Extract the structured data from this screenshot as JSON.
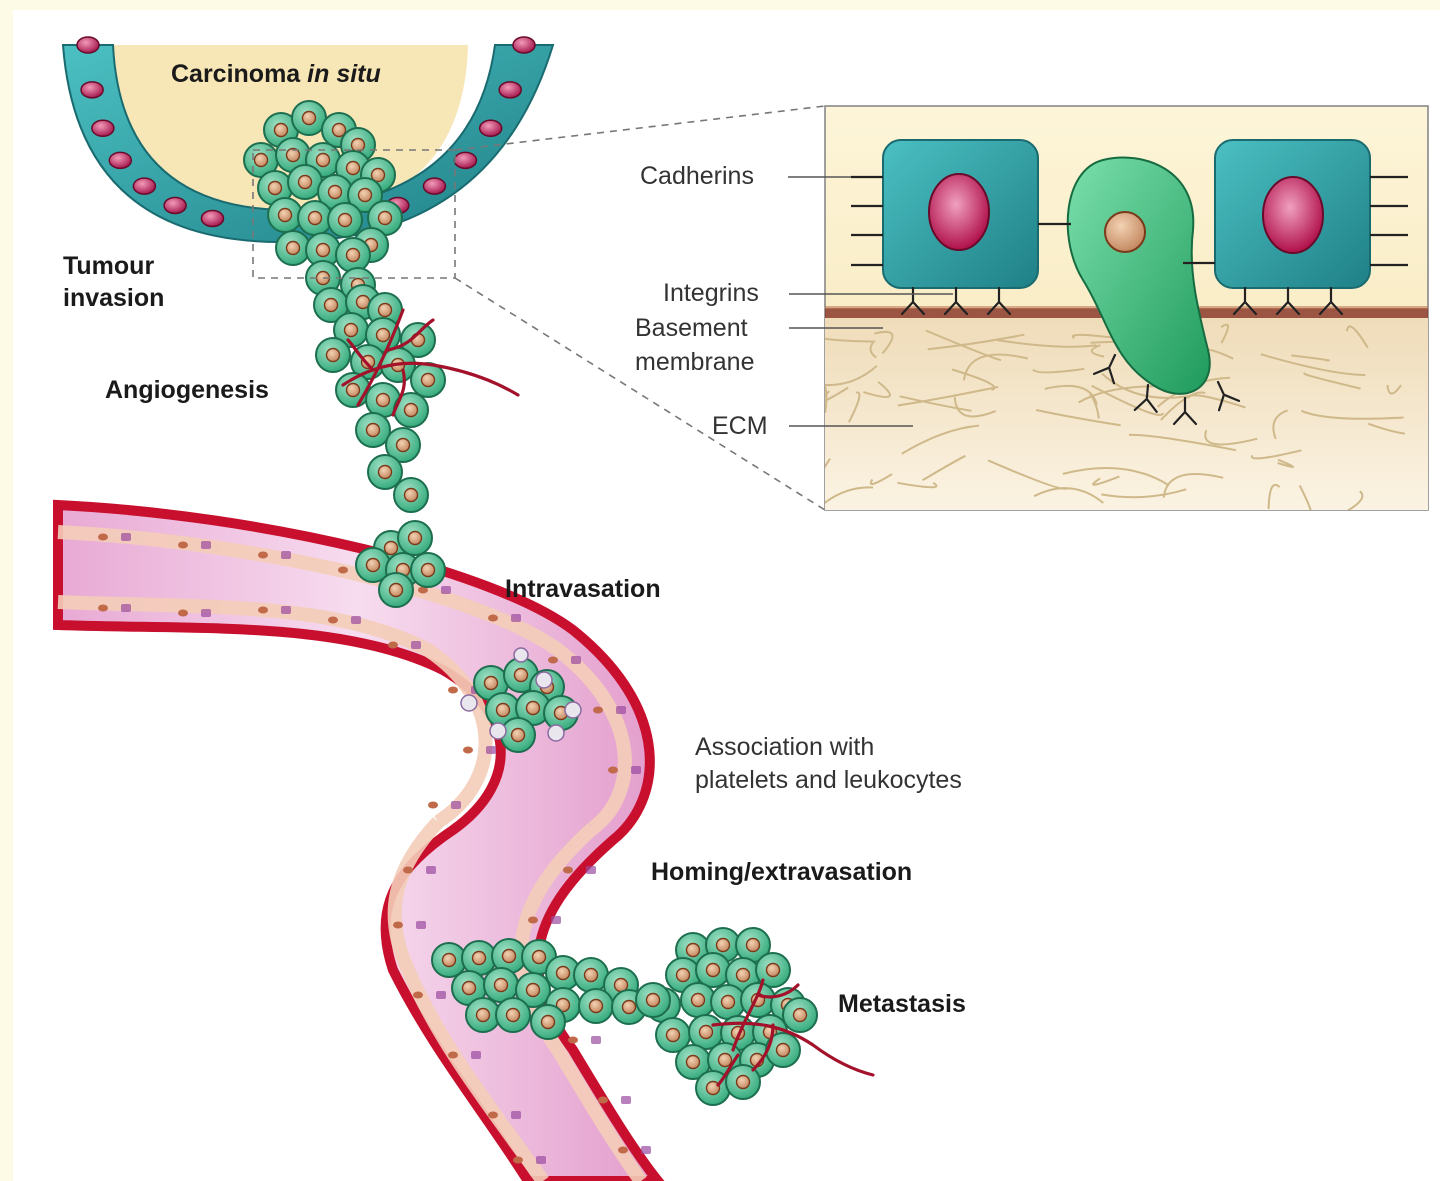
{
  "labels": {
    "carcinoma_prefix": "Carcinoma ",
    "carcinoma_italic": "in situ",
    "tumour_line1": "Tumour",
    "tumour_line2": "invasion",
    "angiogenesis": "Angiogenesis",
    "intravasation": "Intravasation",
    "association_line1": "Association with",
    "association_line2": "platelets and leukocytes",
    "homing": "Homing/extravasation",
    "metastasis": "Metastasis"
  },
  "inset": {
    "cadherins": "Cadherins",
    "integrins": "Integrins",
    "basement_line1": "Basement",
    "basement_line2": "membrane",
    "ecm": "ECM"
  },
  "colors": {
    "tumour_cell": "#3fb98a",
    "tumour_cell_border": "#1d6e4f",
    "tumour_nucleus": "#d9a37f",
    "epithelial_cell": "#2e9fa4",
    "epithelial_nucleus": "#c2185b",
    "vessel_wall": "#c8102e",
    "vessel_lumen": "#e7a6d2",
    "endothelium": "#f4cdb8",
    "lumen_fill": "#f6e3b0",
    "blood_vessel": "#a3122a",
    "ecm_fiber": "#cfb98a",
    "basement_membrane": "#8a3a2a"
  }
}
